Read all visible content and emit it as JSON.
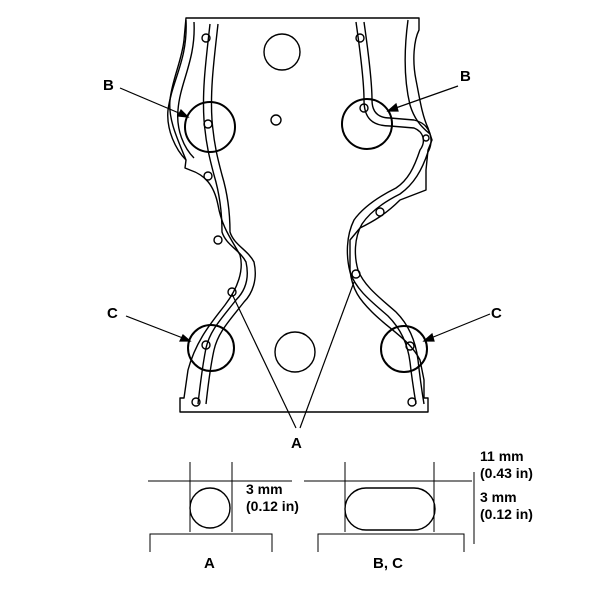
{
  "callouts": {
    "b_left": "B",
    "b_right": "B",
    "c_left": "C",
    "c_right": "C",
    "a": "A"
  },
  "detail_a": {
    "height_mm": "3 mm",
    "height_in": "(0.12 in)",
    "caption": "A"
  },
  "detail_bc": {
    "width_mm": "11 mm",
    "width_in": "(0.43 in)",
    "height_mm": "3 mm",
    "height_in": "(0.12 in)",
    "caption": "B, C"
  }
}
